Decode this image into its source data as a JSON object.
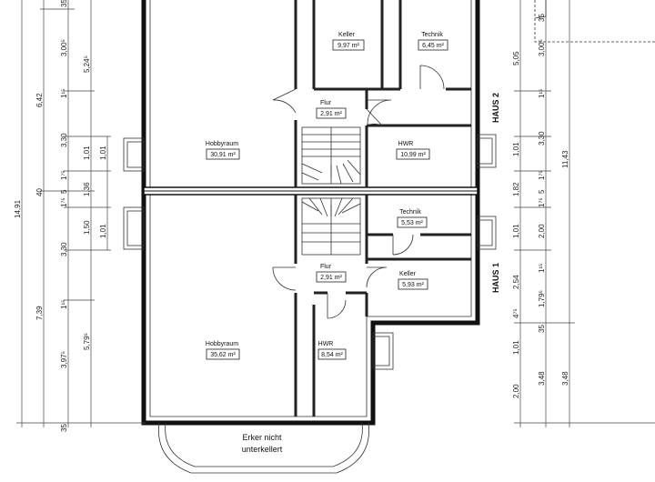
{
  "rooms": [
    {
      "name": "Keller",
      "area": "9,97 m²"
    },
    {
      "name": "Technik",
      "area": "6,45 m²"
    },
    {
      "name": "Flur",
      "area": "2,91 m²"
    },
    {
      "name": "Hobbyraum",
      "area": "30,91 m²"
    },
    {
      "name": "HWR",
      "area": "10,99 m²"
    },
    {
      "name": "Technik",
      "area": "5,53 m²"
    },
    {
      "name": "Flur",
      "area": "2,91 m²"
    },
    {
      "name": "Keller",
      "area": "5,93 m²"
    },
    {
      "name": "Hobbyraum",
      "area": "35,62 m²"
    },
    {
      "name": "HWR",
      "area": "8,54 m²"
    }
  ],
  "labels": {
    "haus2": "HAUS 2",
    "haus1": "HAUS 1",
    "erker_line1": "Erker nicht",
    "erker_line2": "unterkellert"
  },
  "dims": {
    "col1": [
      "14,91"
    ],
    "col2": [
      "6,42",
      "40",
      "7,39"
    ],
    "col3": [
      "35",
      "3,00⁵",
      "1¹⁵",
      "3,30",
      "1⁷⁵",
      "5",
      "1⁷⁵",
      "3,30",
      "1¹⁵",
      "3,97⁵",
      "35"
    ],
    "col4": [
      "5,24⁵",
      "1,01",
      "1,36",
      "1,50",
      "5,79⁵"
    ],
    "col5": [
      "1,01",
      "1,01"
    ],
    "right1": [
      "5,05",
      "1,01",
      "1,82",
      "1,01",
      "2,54",
      "4⁷⁵",
      "1,01",
      "2,00"
    ],
    "right2": [
      "35",
      "3,00⁵",
      "1¹⁵",
      "3,30",
      "1⁷⁵",
      "5",
      "1⁷⁵",
      "2,00",
      "1¹⁵",
      "1,79⁵",
      "35",
      "3,48"
    ],
    "right3": [
      "11,43",
      "3,48"
    ]
  }
}
